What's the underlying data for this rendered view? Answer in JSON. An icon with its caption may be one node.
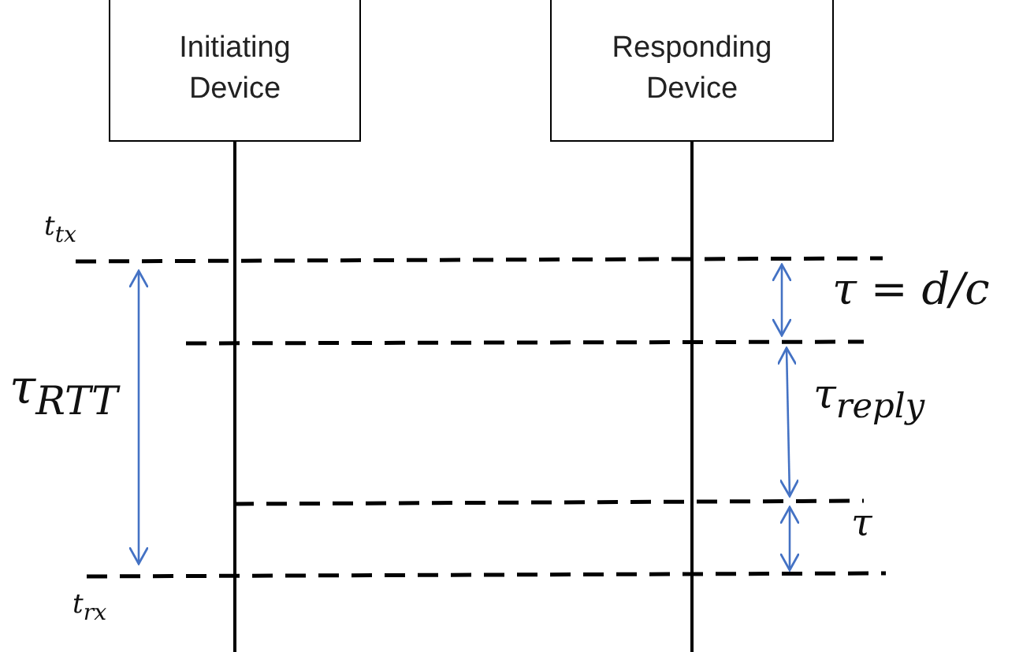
{
  "diagram": {
    "nodes": [
      {
        "text": [
          "Initiating Device"
        ]
      },
      {
        "text": [
          "Responding Device"
        ]
      }
    ],
    "labels": [
      "t$_{tx}$",
      "τ$_{RTT}$",
      "t$_{rx}$",
      "τ = d/c",
      "τ$_{reply}$",
      "τ"
    ]
  }
}
